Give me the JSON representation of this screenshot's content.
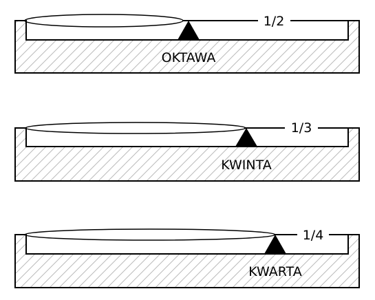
{
  "diagram": {
    "panels": [
      {
        "ratio": "1/2",
        "name": "OKTAWA"
      },
      {
        "ratio": "1/3",
        "name": "KWINTA"
      },
      {
        "ratio": "1/4",
        "name": "KWARTA"
      }
    ],
    "colors": {
      "stroke": "#000000",
      "hatch": "#bbbbbb",
      "background": "#ffffff"
    }
  }
}
